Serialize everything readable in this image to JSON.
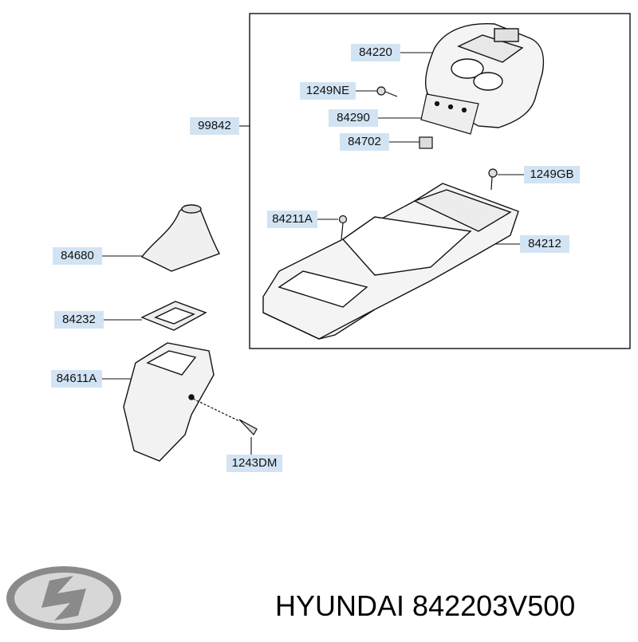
{
  "labels": {
    "l84220": "84220",
    "l1249NE": "1249NE",
    "l99842": "99842",
    "l84290": "84290",
    "l84702": "84702",
    "l1249GB": "1249GB",
    "l84211A": "84211A",
    "l84212": "84212",
    "l84680": "84680",
    "l84232": "84232",
    "l84611A": "84611A",
    "l1243DM": "1243DM"
  },
  "footer": {
    "brand": "HYUNDAI",
    "part_number": "842203V500",
    "logo": "hyundai-logo-icon"
  },
  "colors": {
    "label_bg": "#d2e4f3",
    "line": "#111111"
  }
}
